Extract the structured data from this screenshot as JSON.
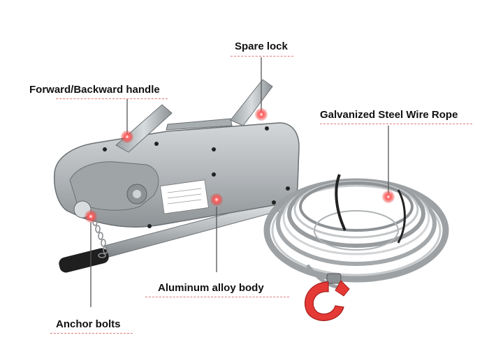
{
  "labels": {
    "spare_lock": "Spare lock",
    "forward_backward_handle": "Forward/Backward handle",
    "galvanized_wire_rope": "Galvanized Steel Wire Rope",
    "aluminum_body": "Aluminum alloy body",
    "anchor_bolts": "Anchor bolts"
  },
  "colors": {
    "marker": "#e53935",
    "underline": "#e07a7a",
    "body": "#b8bcbf",
    "hook": "#e53935"
  }
}
